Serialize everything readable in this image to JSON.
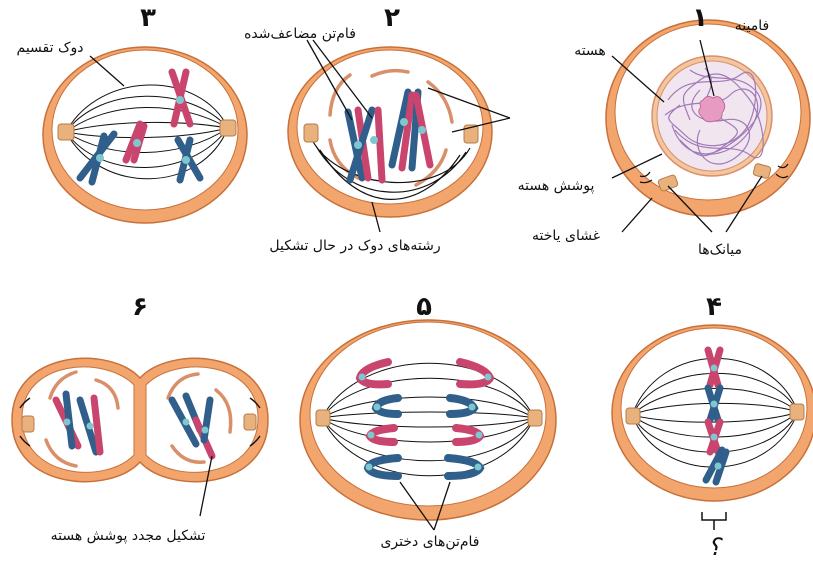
{
  "stages": [
    {
      "number": "۱"
    },
    {
      "number": "۲"
    },
    {
      "number": "۳"
    },
    {
      "number": "۴"
    },
    {
      "number": "۵"
    },
    {
      "number": "۶"
    }
  ],
  "labels": {
    "nucleolus": "فامینه",
    "nucleus": "هسته",
    "nuclear_envelope": "پوشش هسته",
    "cell_membrane": "غشای یاخته",
    "centrioles": "میانک‌ها",
    "duplicated_chromosomes": "فام‌تن مضاعف‌شده",
    "spindle_forming": "رشته‌های دوک در حال تشکیل",
    "spindle": "دوک تقسیم",
    "daughter_chromosomes": "فام‌تن‌های دختری",
    "envelope_reforming": "تشکیل مجدد پوشش هسته",
    "unknown": "؟"
  },
  "colors": {
    "membrane": "#f2a66e",
    "membrane_edge": "#c8703a",
    "envelope": "#d9906a",
    "centriole": "#e8b27e",
    "chrom_pink": "#c9456e",
    "chrom_blue": "#2f5f8a",
    "centromere": "#7fc7cf",
    "nucleus_fill": "#f1e6f0",
    "chromatin": "#a07ab8",
    "nucleolus_fill": "#e79ac2"
  }
}
